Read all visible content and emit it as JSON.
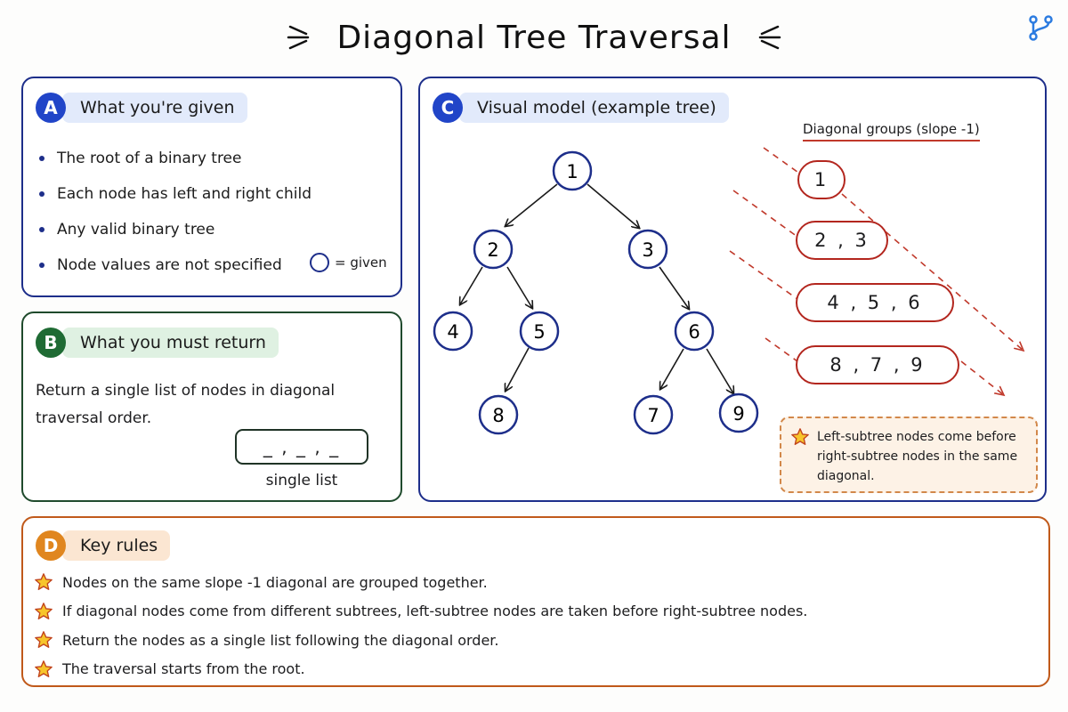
{
  "title": "Diagonal Tree Traversal",
  "icons": {
    "corner": "git-branch-icon",
    "star": "star-icon"
  },
  "colors": {
    "navy": "#1d2e8a",
    "blue_badge": "#2145c8",
    "green": "#1f6b34",
    "orange": "#e0861f",
    "red": "#b3261e"
  },
  "section_a": {
    "badge": "A",
    "title": "What you're given",
    "items": [
      "The root of a binary tree",
      "Each node has left and right child",
      "Any valid binary tree",
      "Node values are not specified"
    ],
    "legend": "= given"
  },
  "section_b": {
    "badge": "B",
    "title": "What you must return",
    "text": "Return a single list of nodes in diagonal traversal order.",
    "placeholder": "_ , _ , _",
    "caption": "single list"
  },
  "section_c": {
    "badge": "C",
    "title": "Visual model (example tree)",
    "tree_nodes": [
      "1",
      "2",
      "3",
      "4",
      "5",
      "6",
      "8",
      "7",
      "9"
    ],
    "tree_edges": [
      [
        "1",
        "2"
      ],
      [
        "1",
        "3"
      ],
      [
        "2",
        "4"
      ],
      [
        "2",
        "5"
      ],
      [
        "3",
        "6"
      ],
      [
        "5",
        "8"
      ],
      [
        "6",
        "7"
      ],
      [
        "6",
        "9"
      ]
    ],
    "diagonal_title": "Diagonal groups (slope -1)",
    "groups": [
      "1",
      "2 , 3",
      "4 , 5 , 6",
      "8 , 7 , 9"
    ],
    "note": "Left-subtree nodes come before right-subtree nodes in the same diagonal."
  },
  "section_d": {
    "badge": "D",
    "title": "Key rules",
    "rules": [
      "Nodes on the same slope -1 diagonal are grouped together.",
      "If diagonal nodes come from different subtrees, left-subtree nodes are taken before right-subtree nodes.",
      "Return the nodes as a single list following the diagonal order.",
      "The traversal starts from the root."
    ]
  }
}
